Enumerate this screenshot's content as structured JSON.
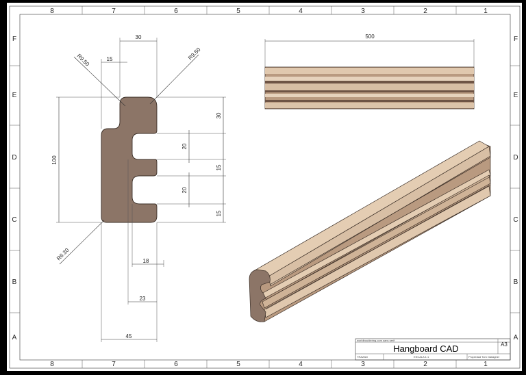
{
  "zones": {
    "columns": [
      "8",
      "7",
      "6",
      "5",
      "4",
      "3",
      "2",
      "1"
    ],
    "rows": [
      "F",
      "E",
      "D",
      "C",
      "B",
      "A"
    ]
  },
  "dimensions": {
    "width_top": "30",
    "hook_left": "15",
    "radius_top_left": "R9.50",
    "radius_top_right": "R9.50",
    "radius_bottom": "R6.30",
    "height_total": "100",
    "right_30": "30",
    "right_20_upper": "20",
    "right_15_upper": "15",
    "right_20_lower": "20",
    "right_15_lower": "15",
    "bottom_18": "18",
    "bottom_23": "23",
    "bottom_45": "45",
    "length_500": "500"
  },
  "title_block": {
    "title": "Hangboard CAD",
    "size": "A3",
    "row1_note": "worldbouldering.com sans serif",
    "row3_left": "TRAZAD",
    "row3_mid": "ESCALA 1:1",
    "row3_right": "Propiedad Tom Gallagher"
  },
  "colors": {
    "profile_fill": "#8c7567",
    "wood_light": "#e0c8ae",
    "wood_mid": "#b99a80",
    "wood_dark": "#6e5445"
  }
}
